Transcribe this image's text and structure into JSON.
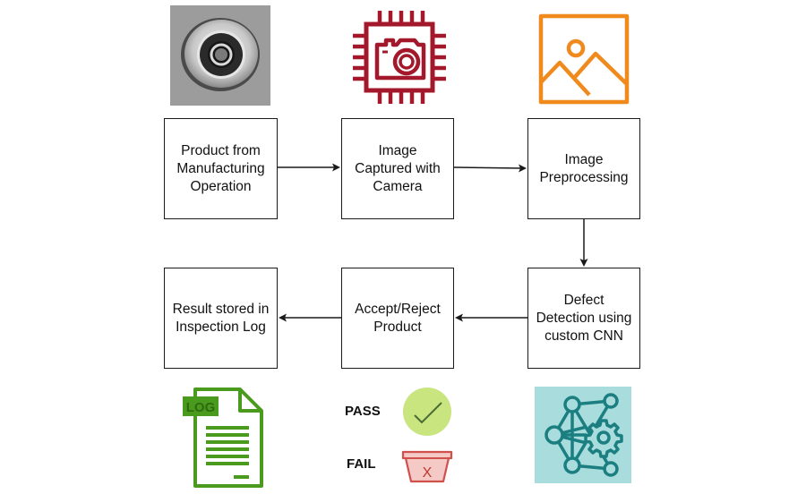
{
  "diagram": {
    "nodes": [
      {
        "id": "product",
        "label": "Product from\nManufacturing\nOperation"
      },
      {
        "id": "capture",
        "label": "Image\nCaptured with\nCamera"
      },
      {
        "id": "preprocess",
        "label": "Image\nPreprocessing"
      },
      {
        "id": "detect",
        "label": "Defect\nDetection using\ncustom CNN"
      },
      {
        "id": "decide",
        "label": "Accept/Reject\nProduct"
      },
      {
        "id": "log",
        "label": "Result stored in\nInspection Log"
      }
    ],
    "edges": [
      {
        "from": "product",
        "to": "capture"
      },
      {
        "from": "capture",
        "to": "preprocess"
      },
      {
        "from": "preprocess",
        "to": "detect"
      },
      {
        "from": "detect",
        "to": "decide"
      },
      {
        "from": "decide",
        "to": "log"
      }
    ]
  },
  "icons": {
    "product_photo": "bearing-photo",
    "camera_chip": "camera-chip-icon",
    "image": "image-landscape-icon",
    "log_file": "log-file-icon",
    "log_badge_text": "LOG",
    "neural_network": "neural-network-gear-icon",
    "fail_mark": "X"
  },
  "result_legend": {
    "pass_label": "PASS",
    "fail_label": "FAIL"
  },
  "colors": {
    "camera": "#a3182b",
    "image": "#f08a1c",
    "log": "#4a9a1e",
    "pass_fill": "#c9e57f",
    "pass_check": "#4a6b35",
    "fail_fill": "#f4c9c6",
    "fail_stroke": "#d0504c",
    "nn_bg": "#a9dcdc",
    "nn_stroke": "#1b7e80"
  }
}
